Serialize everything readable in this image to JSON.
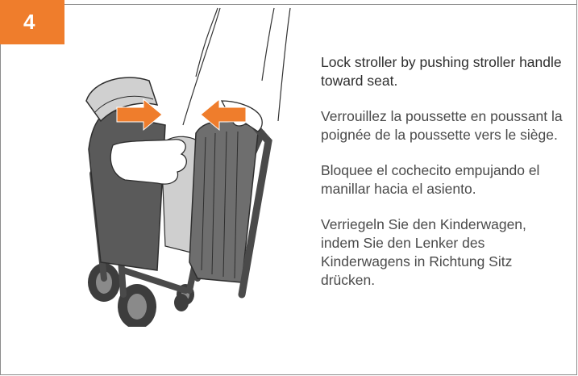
{
  "step": {
    "number": "4"
  },
  "instructions": {
    "english": "Lock stroller by pushing stroller handle toward seat.",
    "french": "Verrouillez la poussette en poussant la poignée de la poussette vers le siège.",
    "spanish": "Bloquee el cochecito empujando el manillar hacia el asiento.",
    "german": "Verriegeln Sie den Kinderwagen, indem Sie den Lenker des Kinderwagens in Richtung Sitz drücken."
  },
  "colors": {
    "accent": "#ef7d2c",
    "frame": "#8c8c8c",
    "text": "#4a4a4a",
    "stroller_fabric": "#6e6e6e",
    "stroller_dark": "#4a4a4a",
    "canopy": "#c9c9c9"
  },
  "icons": [
    "push-arrow-right-icon",
    "push-arrow-left-icon",
    "hand-icon"
  ]
}
